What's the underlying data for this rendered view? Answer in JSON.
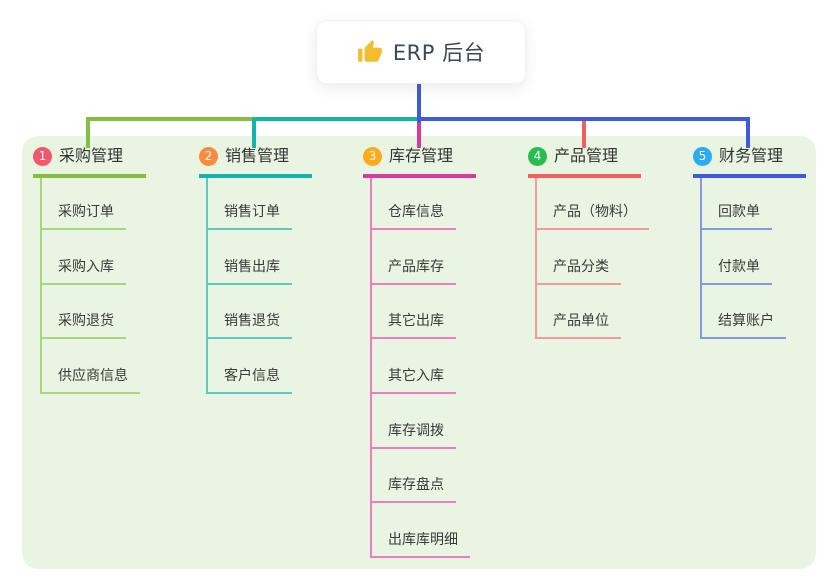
{
  "root": {
    "title": "ERP 后台",
    "icon": "thumbs-up-icon"
  },
  "colors": {
    "panel_background": "#e9f5e2",
    "root_stem": "#3d5ae0",
    "branch_lines": [
      "#84bf40",
      "#14b3ab",
      "#da3b9b",
      "#f25f5f",
      "#3d5ae0"
    ],
    "branch_child_lines": [
      "#a6d67d",
      "#5fc9c0",
      "#e97fc0",
      "#f49b97",
      "#8298e6"
    ],
    "badges": [
      "#f4566e",
      "#f98b3d",
      "#fbab1c",
      "#27bd4f",
      "#2aabf2"
    ]
  },
  "branches": [
    {
      "badge": "1",
      "label": "采购管理",
      "children": [
        "采购订单",
        "采购入库",
        "采购退货",
        "供应商信息"
      ]
    },
    {
      "badge": "2",
      "label": "销售管理",
      "children": [
        "销售订单",
        "销售出库",
        "销售退货",
        "客户信息"
      ]
    },
    {
      "badge": "3",
      "label": "库存管理",
      "children": [
        "仓库信息",
        "产品库存",
        "其它出库",
        "其它入库",
        "库存调拨",
        "库存盘点",
        "出库库明细"
      ]
    },
    {
      "badge": "4",
      "label": "产品管理",
      "children": [
        "产品（物料）",
        "产品分类",
        "产品单位"
      ]
    },
    {
      "badge": "5",
      "label": "财务管理",
      "children": [
        "回款单",
        "付款单",
        "结算账户"
      ]
    }
  ]
}
